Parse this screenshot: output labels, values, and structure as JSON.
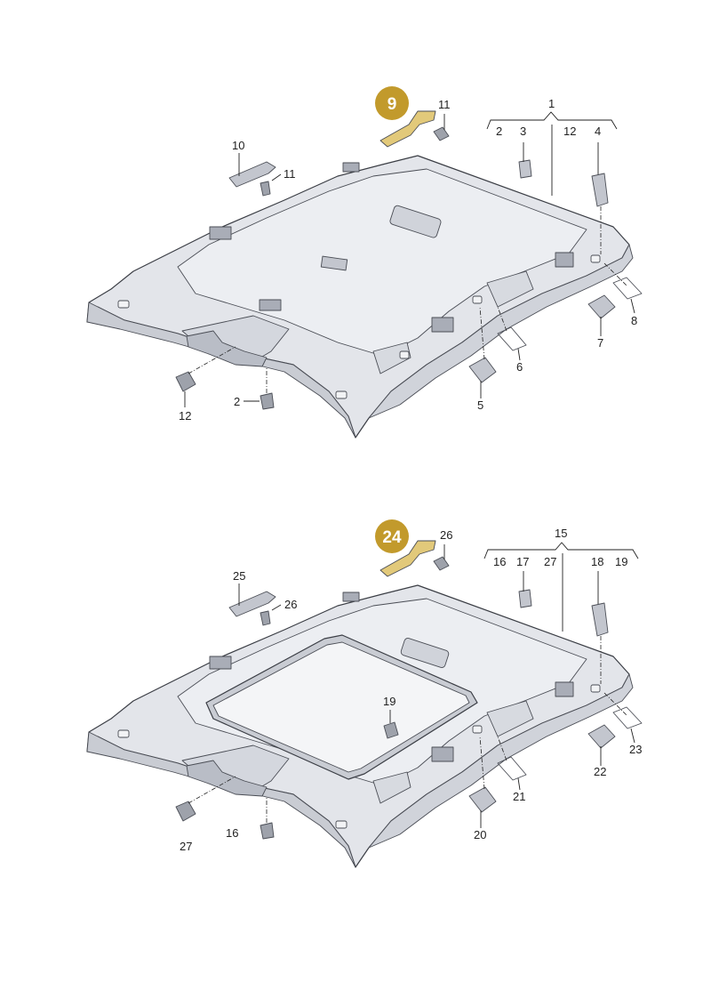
{
  "diagram_a": {
    "badge": "9",
    "labels": {
      "l1": "1",
      "l2": "2",
      "l3": "3",
      "l12": "12",
      "l4": "4",
      "l11a": "11",
      "l10": "10",
      "l11b": "11",
      "l8": "8",
      "l7": "7",
      "l6": "6",
      "l5": "5",
      "l12b": "12",
      "l2b": "2"
    }
  },
  "diagram_b": {
    "badge": "24",
    "labels": {
      "l15": "15",
      "l16": "16",
      "l17": "17",
      "l27": "27",
      "l18": "18",
      "l19": "19",
      "l26a": "26",
      "l25": "25",
      "l26b": "26",
      "l19b": "19",
      "l23": "23",
      "l22": "22",
      "l21": "21",
      "l20": "20",
      "l27b": "27",
      "l16b": "16"
    }
  },
  "colors": {
    "headliner": "#e3e5ea",
    "headliner_shade": "#c9ccd3",
    "headliner_dark": "#b3b7c0",
    "badge": "#c29a2c",
    "badge_light": "#e2c97a",
    "part": "#d9dbe0"
  }
}
